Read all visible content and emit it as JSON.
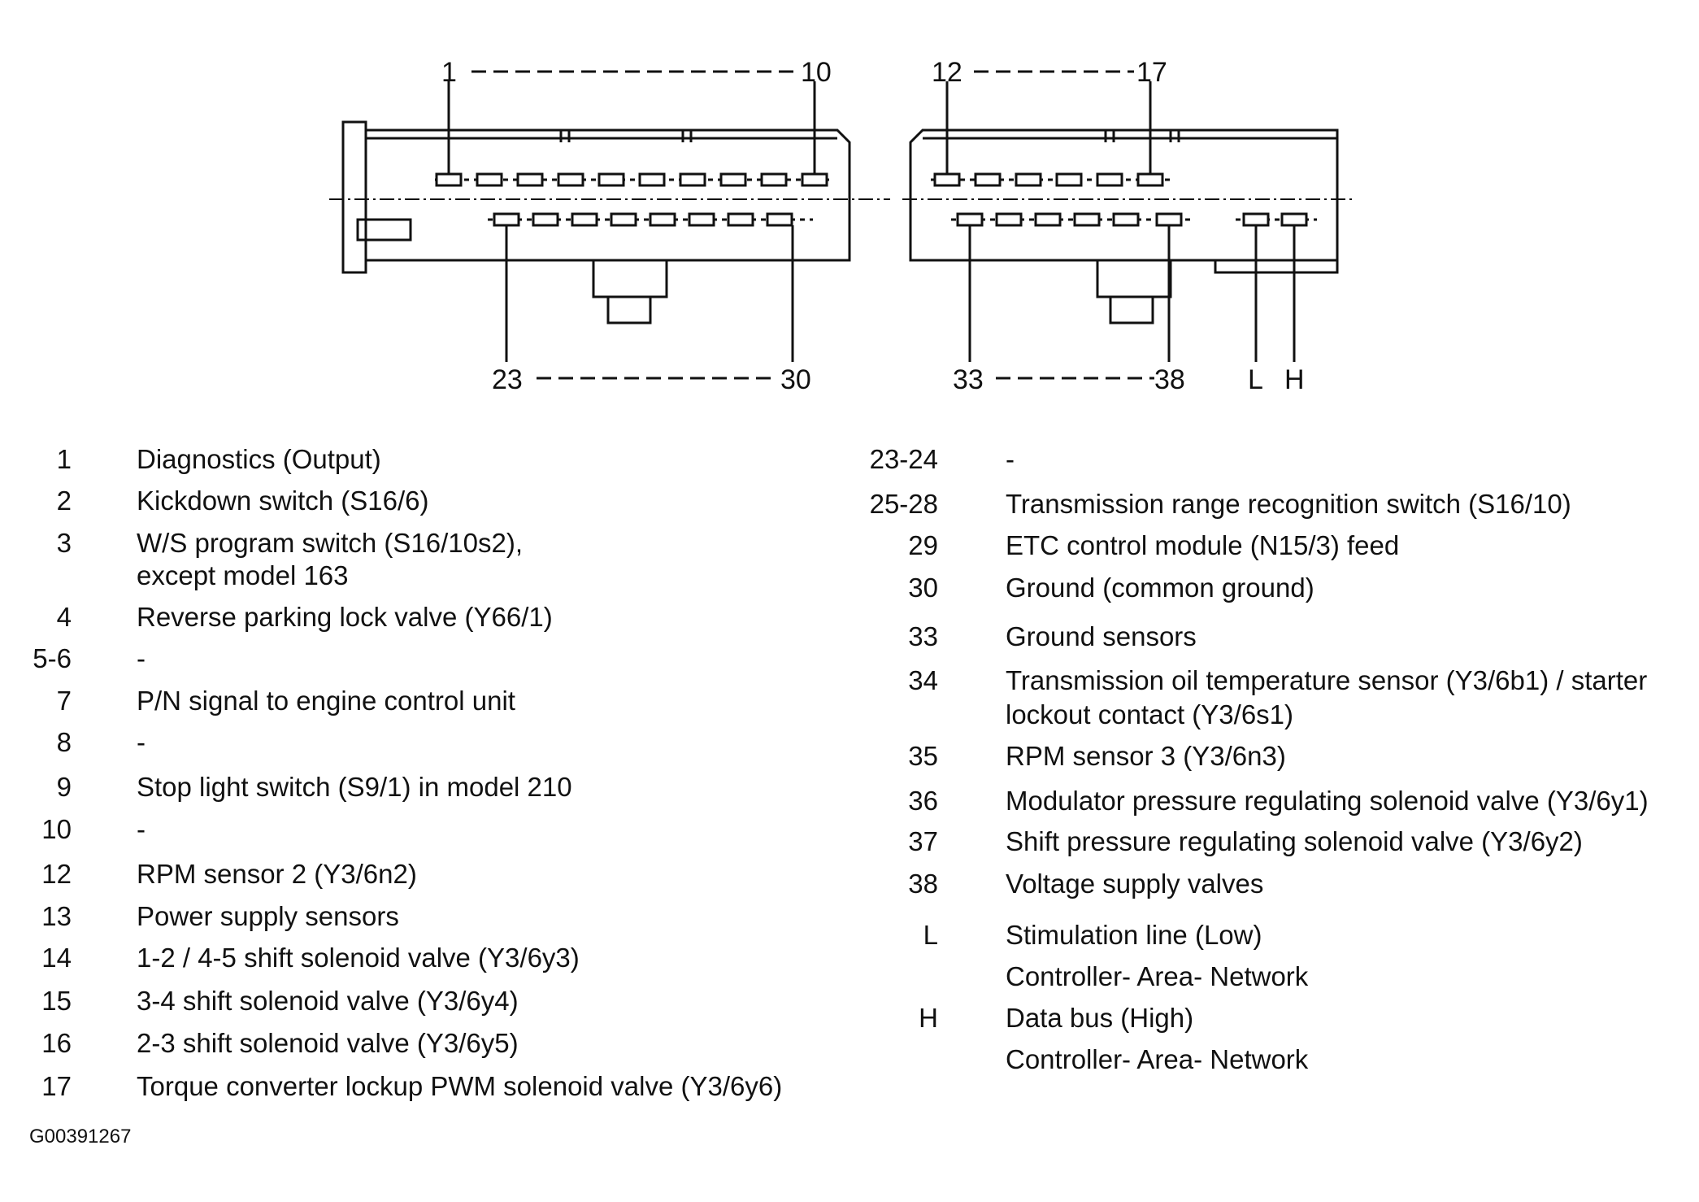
{
  "connector_labels": {
    "left_top_start": "1",
    "left_top_end": "10",
    "left_bottom_start": "23",
    "left_bottom_end": "30",
    "right_top_start": "12",
    "right_top_end": "17",
    "right_bottom_start": "33",
    "right_bottom_end": "38",
    "right_low": "L",
    "right_high": "H"
  },
  "left_pins": [
    {
      "num": "1",
      "desc": "Diagnostics (Output)"
    },
    {
      "num": "2",
      "desc": "Kickdown switch (S16/6)"
    },
    {
      "num": "3",
      "desc": "W/S program switch (S16/10s2),",
      "desc2": "except model 163"
    },
    {
      "num": "4",
      "desc": "Reverse parking lock valve (Y66/1)"
    },
    {
      "num": "5-6",
      "desc": "-"
    },
    {
      "num": "7",
      "desc": "P/N signal to engine control unit"
    },
    {
      "num": "8",
      "desc": "-"
    },
    {
      "num": "9",
      "desc": "Stop light switch (S9/1) in model 210"
    },
    {
      "num": "10",
      "desc": "-"
    },
    {
      "num": "12",
      "desc": "RPM sensor 2 (Y3/6n2)"
    },
    {
      "num": "13",
      "desc": "Power supply sensors"
    },
    {
      "num": "14",
      "desc": "1-2 / 4-5 shift solenoid valve (Y3/6y3)"
    },
    {
      "num": "15",
      "desc": "3-4 shift solenoid valve (Y3/6y4)"
    },
    {
      "num": "16",
      "desc": "2-3 shift solenoid valve (Y3/6y5)"
    },
    {
      "num": "17",
      "desc": "Torque converter lockup PWM solenoid valve (Y3/6y6)"
    }
  ],
  "right_pins": [
    {
      "num": "23-24",
      "desc": "-"
    },
    {
      "num": "25-28",
      "desc": "Transmission range recognition switch (S16/10)"
    },
    {
      "num": "29",
      "desc": "ETC control module (N15/3) feed"
    },
    {
      "num": "30",
      "desc": "Ground (common ground)"
    },
    {
      "num": "33",
      "desc": "Ground sensors"
    },
    {
      "num": "34",
      "desc": "Transmission oil temperature sensor (Y3/6b1) / starter",
      "desc2": "lockout contact (Y3/6s1)"
    },
    {
      "num": "35",
      "desc": "RPM sensor 3 (Y3/6n3)"
    },
    {
      "num": "36",
      "desc": "Modulator pressure regulating solenoid valve (Y3/6y1)"
    },
    {
      "num": "37",
      "desc": "Shift pressure regulating solenoid valve (Y3/6y2)"
    },
    {
      "num": "38",
      "desc": "Voltage supply valves"
    },
    {
      "num": "L",
      "desc": "Stimulation line (Low)",
      "desc2": "Controller- Area- Network"
    },
    {
      "num": "H",
      "desc": "Data bus (High)",
      "desc2": "Controller- Area- Network"
    }
  ],
  "figure_id": "G00391267"
}
